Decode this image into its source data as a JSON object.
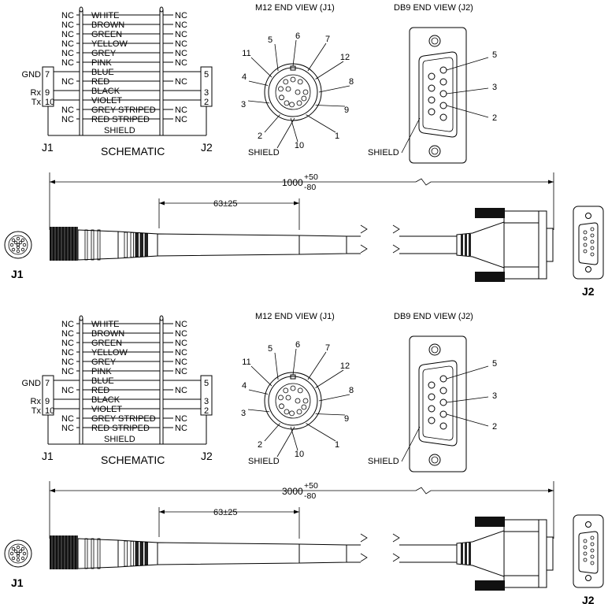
{
  "panels": [
    {
      "schematic": {
        "title": "SCHEMATIC",
        "j1_label": "J1",
        "j2_label": "J2",
        "shield": "SHIELD",
        "nc": "NC",
        "left_signals": [
          "GND",
          "Rx",
          "Tx"
        ],
        "left_pins": [
          "7",
          "9",
          "10"
        ],
        "right_pins": [
          "5",
          "3",
          "2"
        ],
        "wires": [
          "WHITE",
          "BROWN",
          "GREEN",
          "YELLOW",
          "GREY",
          "PINK",
          "BLUE",
          "RED",
          "BLACK",
          "VIOLET",
          "GREY STRIPED",
          "RED STRIPED"
        ]
      },
      "m12": {
        "title": "M12 END VIEW (J1)",
        "pins": [
          "1",
          "2",
          "3",
          "4",
          "5",
          "6",
          "7",
          "8",
          "9",
          "10",
          "11",
          "12"
        ],
        "shield": "SHIELD"
      },
      "db9": {
        "title": "DB9 END VIEW (J2)",
        "pins": [
          "5",
          "3",
          "2"
        ],
        "shield": "SHIELD"
      },
      "cable": {
        "length": "1000",
        "tol_plus": "+50",
        "tol_minus": "-80",
        "strip": "63±25",
        "j1": "J1",
        "j2": "J2"
      }
    },
    {
      "schematic": {
        "title": "SCHEMATIC",
        "j1_label": "J1",
        "j2_label": "J2",
        "shield": "SHIELD",
        "nc": "NC",
        "left_signals": [
          "GND",
          "Rx",
          "Tx"
        ],
        "left_pins": [
          "7",
          "9",
          "10"
        ],
        "right_pins": [
          "5",
          "3",
          "2"
        ],
        "wires": [
          "WHITE",
          "BROWN",
          "GREEN",
          "YELLOW",
          "GREY",
          "PINK",
          "BLUE",
          "RED",
          "BLACK",
          "VIOLET",
          "GREY STRIPED",
          "RED STRIPED"
        ]
      },
      "m12": {
        "title": "M12 END VIEW (J1)",
        "pins": [
          "1",
          "2",
          "3",
          "4",
          "5",
          "6",
          "7",
          "8",
          "9",
          "10",
          "11",
          "12"
        ],
        "shield": "SHIELD"
      },
      "db9": {
        "title": "DB9 END VIEW (J2)",
        "pins": [
          "5",
          "3",
          "2"
        ],
        "shield": "SHIELD"
      },
      "cable": {
        "length": "3000",
        "tol_plus": "+50",
        "tol_minus": "-80",
        "strip": "63±25",
        "j1": "J1",
        "j2": "J2"
      }
    }
  ]
}
